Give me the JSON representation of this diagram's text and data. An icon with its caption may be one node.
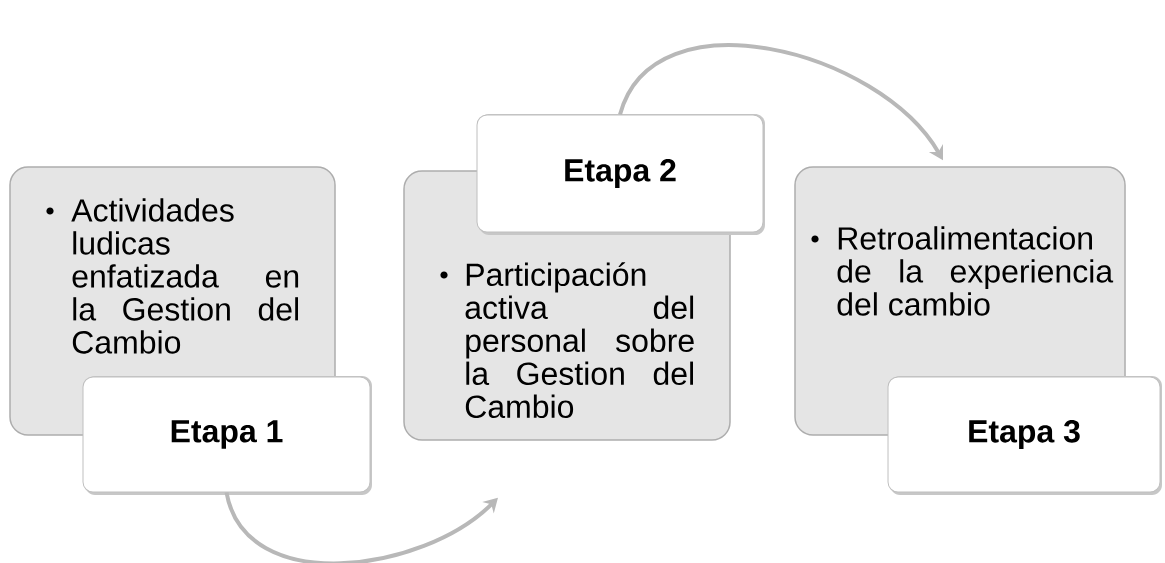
{
  "diagram": {
    "nodes": [
      {
        "text": [
          "Actividades ludicas enfatizada en la Gestion del Cambio"
        ]
      },
      {
        "text": [
          "Etapa 1"
        ]
      },
      {
        "text": [
          "Etapa 2"
        ]
      },
      {
        "text": [
          "Participación activa del personal sobre la Gestion del Cambio"
        ]
      },
      {
        "text": [
          "Retroalimentacion de la experiencia del cambio"
        ]
      },
      {
        "text": [
          "Etapa 3"
        ]
      }
    ],
    "edges": [
      {
        "from": 1,
        "to": 3,
        "arrow": "to"
      },
      {
        "from": 2,
        "to": 4,
        "arrow": "to"
      }
    ]
  }
}
